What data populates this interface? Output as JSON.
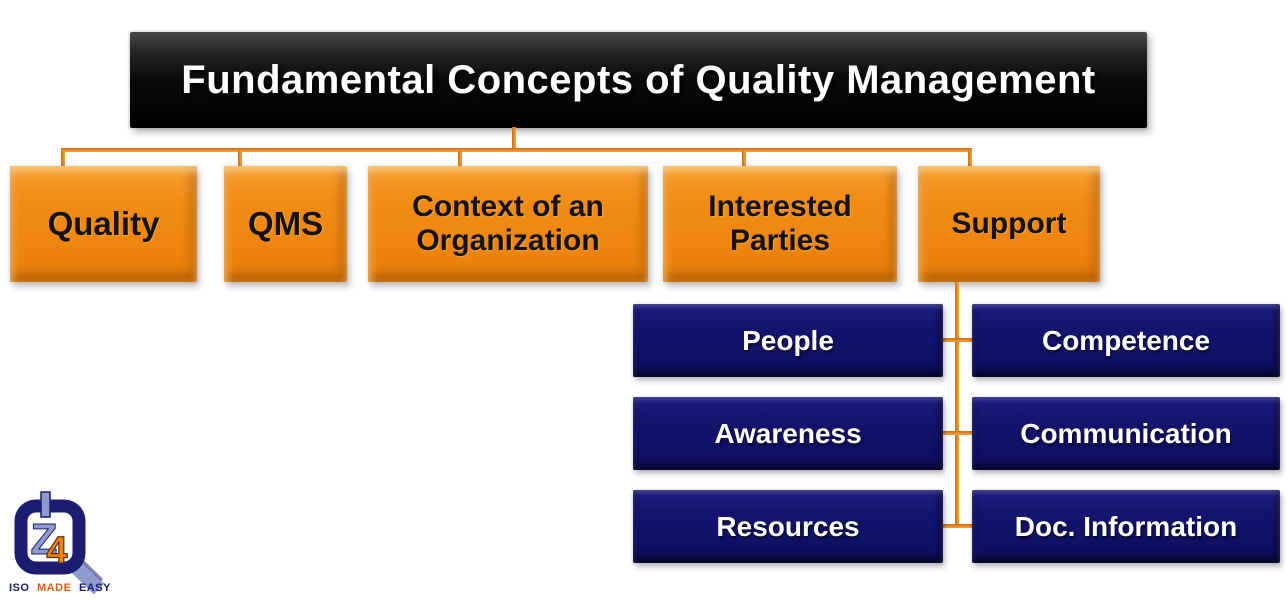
{
  "title": "Fundamental Concepts of Quality Management",
  "nodes": {
    "level1": [
      {
        "id": "quality",
        "label": "Quality"
      },
      {
        "id": "qms",
        "label": "QMS"
      },
      {
        "id": "context",
        "label": "Context of an Organization"
      },
      {
        "id": "interested-parties",
        "label": "Interested Parties"
      },
      {
        "id": "support",
        "label": "Support"
      }
    ],
    "support_children_left": [
      {
        "label": "People"
      },
      {
        "label": "Awareness"
      },
      {
        "label": "Resources"
      }
    ],
    "support_children_right": [
      {
        "label": "Competence"
      },
      {
        "label": "Communication"
      },
      {
        "label": "Doc. Information"
      }
    ]
  },
  "colors": {
    "node_orange": "#EE850F",
    "node_navy": "#13136C",
    "connector_orange": "#E8861B",
    "title_bg": "#000000",
    "title_text": "#FFFFFF",
    "logo_navy": "#1C1C72",
    "logo_periwinkle": "#8E9BCC",
    "logo_orange": "#EF830E"
  },
  "logo": {
    "glyph_z": "Z",
    "glyph_4": "4",
    "tagline_iso": "ISO",
    "tagline_made": "MADE",
    "tagline_easy": "EASY"
  }
}
